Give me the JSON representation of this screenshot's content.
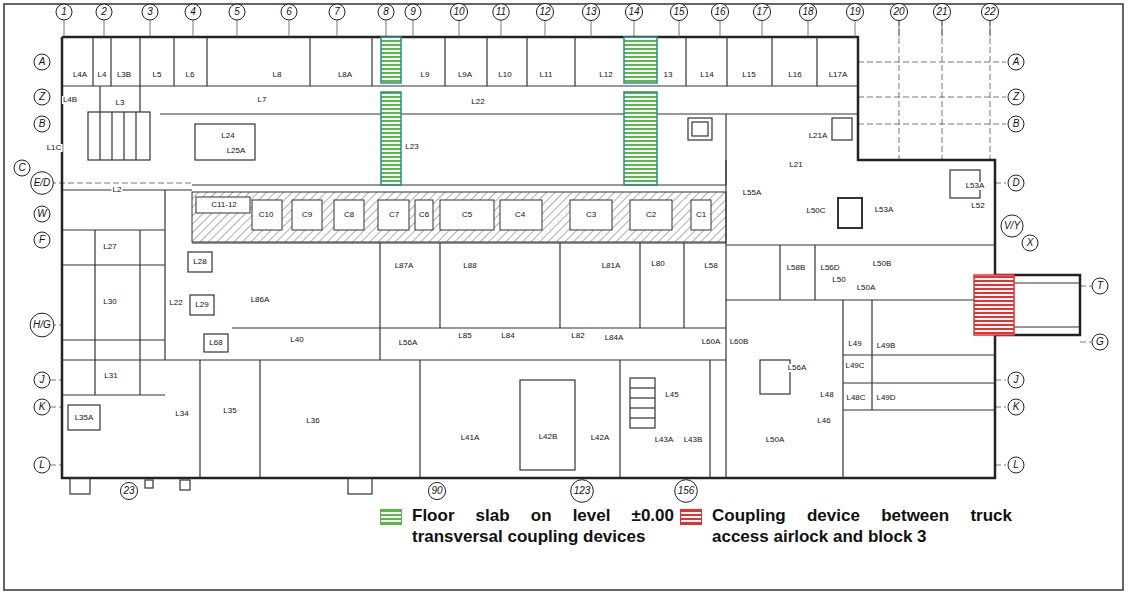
{
  "diagram": {
    "labels": [
      "1",
      "2",
      "3",
      "4",
      "5",
      "6",
      "7",
      "8",
      "9",
      "10",
      "11",
      "12",
      "13",
      "14",
      "15",
      "16",
      "17",
      "18",
      "19",
      "20",
      "21",
      "22",
      "A",
      "Z",
      "B",
      "C",
      "E/D",
      "W",
      "F",
      "H/G",
      "J",
      "K",
      "L",
      "A",
      "Z",
      "B",
      "D",
      "V/Y",
      "X",
      "T",
      "G",
      "J",
      "K",
      "L",
      "23",
      "90",
      "123",
      "156",
      "L4A",
      "L4",
      "L3B",
      "L5",
      "L6",
      "L8",
      "L8A",
      "L9",
      "L9A",
      "L10",
      "L11",
      "L12",
      "13",
      "L14",
      "L15",
      "L16",
      "L17A",
      "L4B",
      "L3",
      "L7",
      "L22",
      "L1C",
      "L24",
      "L25A",
      "L23",
      "L21A",
      "L21",
      "L2",
      "L55A",
      "L53A",
      "L52",
      "L53A",
      "L50C",
      "C11-12",
      "C10",
      "C9",
      "C8",
      "C7",
      "C6",
      "C5",
      "C4",
      "C3",
      "C2",
      "C1",
      "L27",
      "L28",
      "L87A",
      "L88",
      "L81A",
      "L80",
      "L58",
      "L58B",
      "L56D",
      "L50B",
      "L50",
      "L50A",
      "L86A",
      "L30",
      "L22",
      "L29",
      "L40",
      "L68",
      "L56A",
      "L85",
      "L84",
      "L82",
      "L84A",
      "L60A",
      "L60B",
      "L49",
      "L49B",
      "L49C",
      "L56A",
      "L31",
      "L48",
      "L48C",
      "L49D",
      "L45",
      "L34",
      "L35A",
      "L35",
      "L36",
      "L46",
      "L41A",
      "L42B",
      "L42A",
      "L43A",
      "L43B",
      "L50A"
    ],
    "legend": [
      {
        "text": "Floor slab on level ±0.00 transversal coupling devices",
        "color": "#57b947"
      },
      {
        "text": "Coupling device between truck access airlock and block 3",
        "color": "#e8312f"
      }
    ]
  }
}
